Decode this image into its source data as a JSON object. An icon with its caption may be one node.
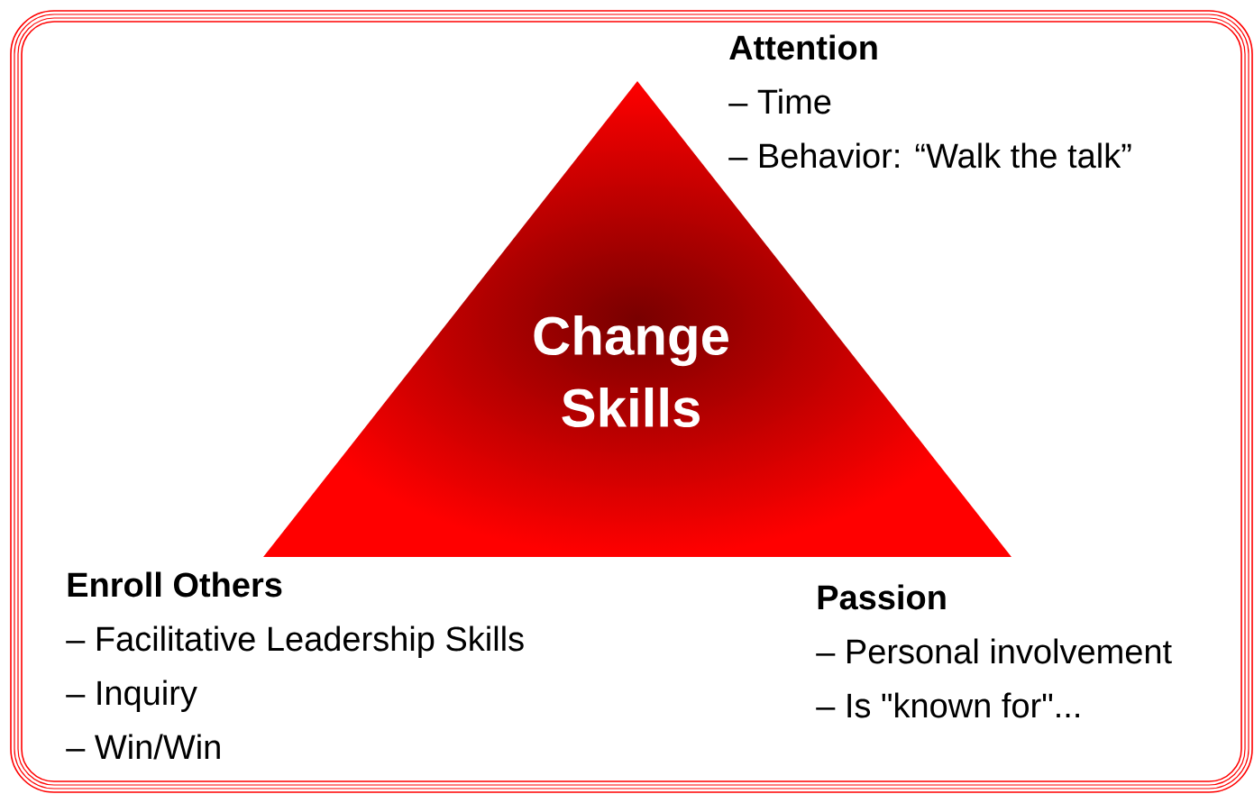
{
  "diagram": {
    "nodes": [
      {
        "text": [
          "Change Skills"
        ]
      }
    ],
    "labels": [
      "Attention",
      "– Time",
      "– Behavior: “Walk the talk”",
      "Enroll Others",
      "– Facilitative Leadership Skills",
      "– Inquiry",
      "– Win/Win",
      "Passion",
      "– Personal involvement",
      "– Is \"known for\"..."
    ]
  }
}
